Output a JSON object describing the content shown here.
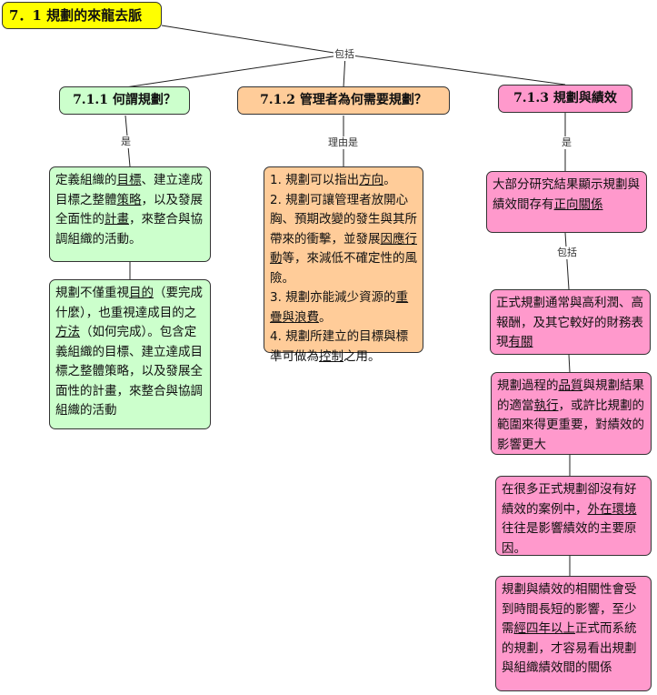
{
  "title": "7．1  規劃的來龍去脈",
  "labels": {
    "includes": "包括",
    "is_left": "是",
    "reasons": "理由是",
    "is_right": "是",
    "includes2": "包括"
  },
  "branches": [
    {
      "heading": "7.1.1  何謂規劃？"
    },
    {
      "heading": "7.1.2  管理者為何需要規劃？"
    },
    {
      "heading": "7.1.3  規劃與績效"
    }
  ],
  "left_boxes": [
    {
      "parts": [
        "定義組織的",
        "|目標",
        "、建立達成目標之整體",
        "|策略",
        "，以及發展全面性的",
        "|計畫",
        "，來整合與協調組織的活動。"
      ]
    },
    {
      "parts": [
        "規劃不僅重視",
        "|目的",
        "（要完成什麼），也重視達成目的之",
        "|方法",
        "（如何完成）。包含定義組織的目標、建立達成目標之整體策略，以及發展全面性的計畫，來整合與協調組織的活動"
      ]
    }
  ],
  "middle_box": {
    "lines": [
      [
        "1. 規劃可以指出",
        "|方向",
        "。"
      ],
      [
        "2. 規劃可讓管理者放開心胸、預期改變的發生與其所帶來的衝擊，並發展",
        "|因應行動",
        "等，來減低不確定性的風險。"
      ],
      [
        "3. 規劃亦能減少資源的",
        "|重疊與浪費",
        "。"
      ],
      [
        "4. 規劃所建立的目標與標準可做為",
        "|控制",
        "之用。"
      ]
    ]
  },
  "right_boxes": [
    {
      "parts": [
        "大部分研究結果顯示規劃與績效間存有",
        "|正向關係"
      ]
    },
    {
      "parts": [
        "正式規劃通常與高利潤、高報酬，及其它較好的財務表現",
        "|有關"
      ]
    },
    {
      "parts": [
        "規劃過程的",
        "|品質",
        "與規劃結果的適當",
        "|執行",
        "，或許比規劃的範圍來得更重要，對績效的影響更大"
      ]
    },
    {
      "parts": [
        "在很多正式規劃卻沒有好績效的案例中，",
        "|外在環境",
        "往往是影響績效的主要原因。"
      ]
    },
    {
      "parts": [
        "規劃與績效的相關性會受到時間長短的影響，至少需",
        "|經四年以上",
        "正式而系統的規劃，才容易看出規劃與組織績效間的關係"
      ]
    }
  ],
  "colors": {
    "title": "#ffff00",
    "green": "#ccffcc",
    "orange": "#ffcc99",
    "pink": "#ff99cc"
  }
}
